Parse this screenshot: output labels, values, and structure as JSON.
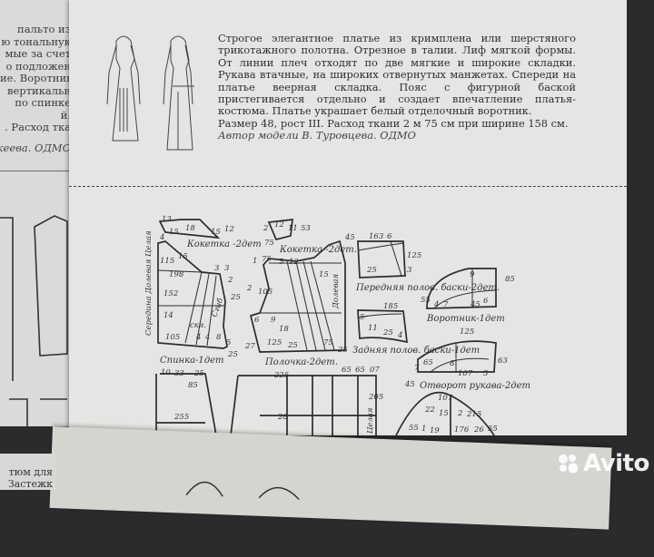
{
  "left_card": {
    "lines": [
      "пальто из",
      "ю тональнук",
      "мые за счет",
      "о подложен",
      "ие. Воротник",
      "вертикальн",
      "по спинке",
      "й.",
      ". Расход тка"
    ],
    "author": "океева. ОДМО"
  },
  "main_card": {
    "description": "Строгое элегантное платье из кримплена или шерстяного трикотажного полотна. Отрезное в талии. Лиф мягкой формы. От линии плеч отходят по две мягкие и широкие складки. Рукава втачные, на широких отвернутых манжетах. Спереди на платье веерная складка. Пояс с фигурной баской пристегивается отдельно и создает впечатление платья-костюма. Платье украшает белый отделочный воротник.",
    "size": "Размер 48, рост III. Расход ткани 2 м 75 см при ширине 158 см.",
    "author": "Автор модели В. Туровцева. ОДМО",
    "pieces": {
      "back_yoke": "Кокетка -2дет",
      "front_yoke": "Кокетка -2дет.",
      "back": "Спинка-1дет",
      "front": "Полочка-2дет.",
      "front_peplum": "Передняя полов. баски-2дет.",
      "back_peplum": "Задняя полов. баски-1дет",
      "collar": "Воротник-1дет",
      "cuff": "Отворот рукава-2дет"
    },
    "marks": {
      "center_back": "Середина Долевая Целая",
      "grain": "Долевая",
      "seam": "Сгиб",
      "fold": "скл.",
      "whole": "Целая"
    },
    "dimensions": {
      "back": [
        "4",
        "115",
        "198",
        "152",
        "14",
        "105",
        "4",
        "4",
        "8",
        "25",
        "25",
        "3",
        "3",
        "2",
        "25",
        "5",
        "15"
      ],
      "front": [
        "1",
        "75",
        "5",
        "12",
        "2",
        "105",
        "6",
        "9",
        "15",
        "18",
        "125",
        "25",
        "75",
        "25",
        "27"
      ],
      "yokes": [
        "13",
        "15",
        "18",
        "15",
        "12",
        "12",
        "11",
        "53",
        "2",
        "75"
      ],
      "peplum": [
        "163",
        "6",
        "45",
        "125",
        "25",
        "3",
        "185",
        "5",
        "11",
        "25",
        "4"
      ],
      "collar": [
        "85",
        "9",
        "55",
        "6",
        "45",
        "4",
        "7",
        "125"
      ],
      "cuff": [
        "65",
        "8",
        "7",
        "45",
        "107",
        "107",
        "5",
        "63"
      ],
      "skirt": [
        "10",
        "33",
        "85",
        "225",
        "65",
        "65",
        "07",
        "255",
        "28",
        "205"
      ],
      "sleeve": [
        "22",
        "15",
        "2",
        "55",
        "1",
        "176",
        "26",
        "215",
        "19",
        "55"
      ]
    }
  },
  "bottom_left_card": {
    "lines": [
      "тюм для",
      "Застежк"
    ]
  },
  "watermark": {
    "text": "Avito"
  },
  "colors": {
    "paper": "#e4e6e3",
    "ink": "#2f2f2f",
    "background": "#2a2b2c"
  }
}
